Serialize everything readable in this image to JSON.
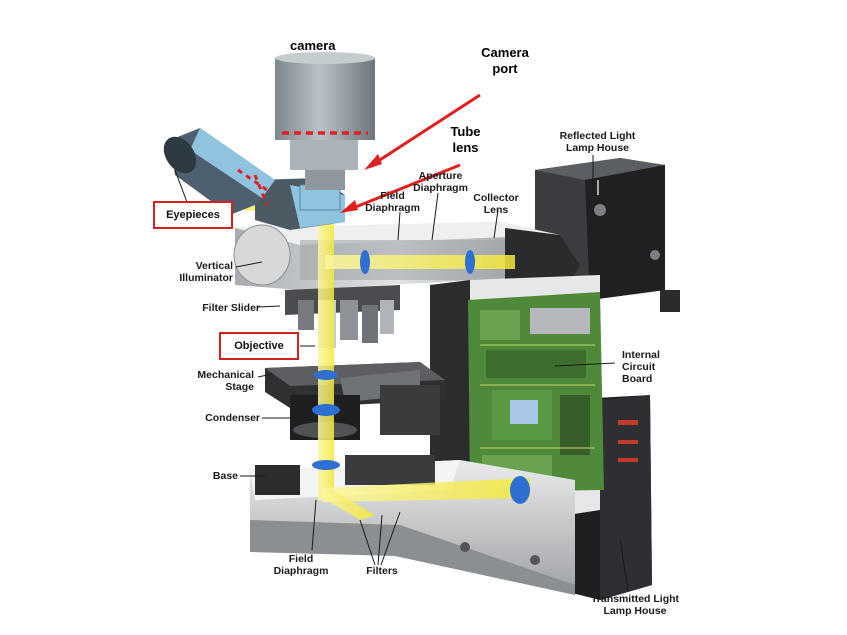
{
  "labels": {
    "camera": "camera",
    "camera_port": "Camera\nport",
    "tube_lens": "Tube\nlens",
    "reflected_light_lamp_house": "Reflected Light\nLamp House",
    "aperture_diaphragm": "Aperture\nDiaphragm",
    "field_diaphragm_top": "Field\nDiaphragm",
    "collector_lens": "Collector\nLens",
    "eyepieces": "Eyepieces",
    "vertical_illuminator": "Vertical\nIlluminator",
    "filter_slider": "Filter Slider",
    "objective": "Objective",
    "mechanical_stage": "Mechanical\nStage",
    "condenser": "Condenser",
    "base": "Base",
    "internal_circuit_board": "Internal\nCircuit\nBoard",
    "field_diaphragm_bottom": "Field\nDiaphragm",
    "filters": "Filters",
    "transmitted_light_lamp_house": "Transmitted Light\nLamp House"
  },
  "colors": {
    "light_path": "#f2e838",
    "highlight_red": "#d42020",
    "body_dark": "#2b2b2b",
    "body_mid": "#6f7377",
    "body_light": "#c9ccd0",
    "camera_body": "#9aa4a8",
    "camera_blue": "#8fc3df",
    "lens_blue": "#2f6fd1",
    "circuit_green": "#4f8a3a"
  }
}
